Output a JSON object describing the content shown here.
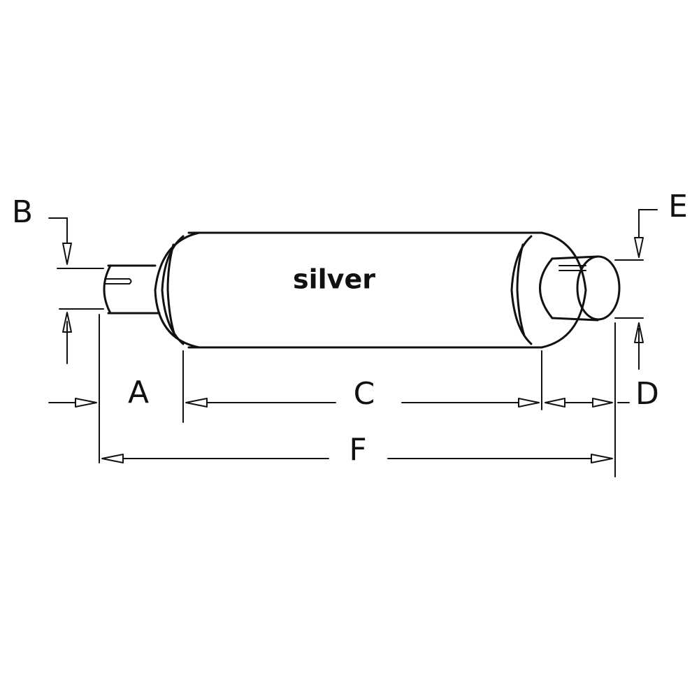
{
  "body_label": "silver",
  "dimensions": {
    "a": "A",
    "b": "B",
    "c": "C",
    "d": "D",
    "e": "E",
    "f": "F"
  }
}
